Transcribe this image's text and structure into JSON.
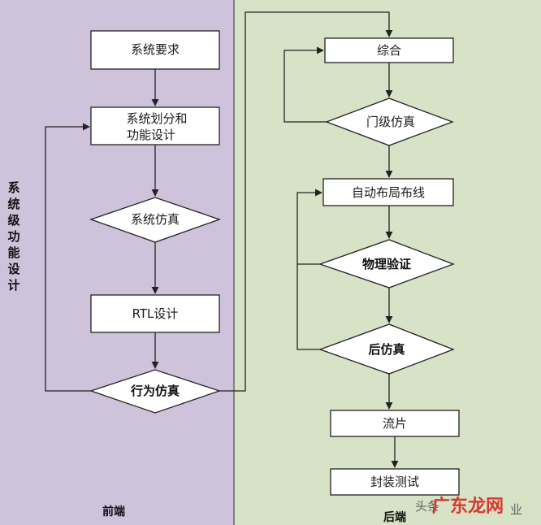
{
  "colors": {
    "frontend_bg": "#cfc3dc",
    "backend_bg": "#d8e2c6",
    "box_fill": "#ffffff",
    "line": "#222222",
    "watermark_red": "#d8261f"
  },
  "regions": {
    "frontend_label": "前端",
    "backend_label": "后端",
    "side_label": [
      "系",
      "统",
      "级",
      "功",
      "能",
      "设",
      "计"
    ]
  },
  "nodes": {
    "sys_req": "系统要求",
    "sys_div_1": "系统划分和",
    "sys_div_2": "功能设计",
    "sys_sim": "系统仿真",
    "rtl": "RTL设计",
    "behav_sim": "行为仿真",
    "synth": "综合",
    "gate_sim": "门级仿真",
    "pnr": "自动布局布线",
    "phys_verify": "物理验证",
    "post_sim": "后仿真",
    "tapeout": "流片",
    "pkg_test": "封装测试"
  },
  "watermark": {
    "prefix": "头条",
    "brand": "广东龙网",
    "suffix": "业"
  }
}
